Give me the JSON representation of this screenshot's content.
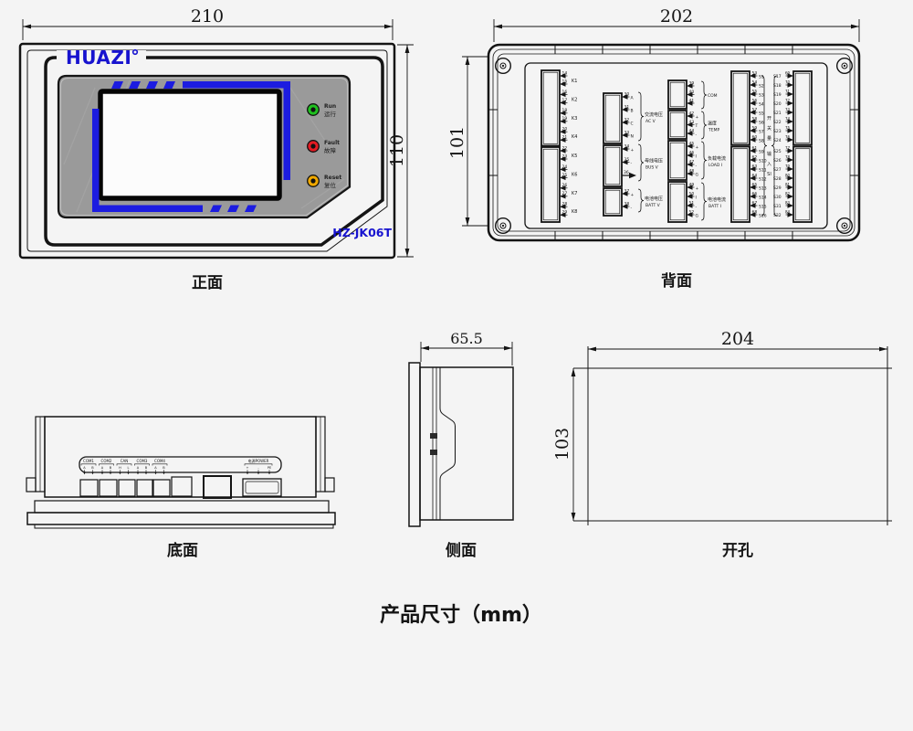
{
  "caption": "产品尺寸（mm）",
  "front": {
    "label": "正面",
    "dim_width": "210",
    "dim_height": "110",
    "brand": "HUAZI",
    "model": "HZ-JK06T",
    "leds": [
      {
        "en": "Run",
        "zh": "运行",
        "color": "#1fc01f"
      },
      {
        "en": "Fault",
        "zh": "故障",
        "color": "#e31b23"
      },
      {
        "en": "Reset",
        "zh": "复位",
        "color": "#f0a800"
      }
    ]
  },
  "back": {
    "label": "背面",
    "dim_width": "202",
    "dim_height": "101",
    "relays": [
      {
        "pins": [
          "14",
          "15"
        ],
        "name": "K1"
      },
      {
        "pins": [
          "16",
          "17"
        ],
        "name": "K2"
      },
      {
        "pins": [
          "18",
          "19"
        ],
        "name": "K3"
      },
      {
        "pins": [
          "20",
          "21"
        ],
        "name": "K4"
      },
      {
        "pins": [
          "22",
          "23"
        ],
        "name": "K5"
      },
      {
        "pins": [
          "24",
          "25"
        ],
        "name": "K6"
      },
      {
        "pins": [
          "26",
          "27"
        ],
        "name": "K7"
      },
      {
        "pins": [
          "28",
          "29"
        ],
        "name": "K8"
      }
    ],
    "voltage_groups": [
      {
        "zh": "交流电压",
        "en": "AC V",
        "pins": [
          {
            "num": "30",
            "sym": "A"
          },
          {
            "num": "31",
            "sym": "B"
          },
          {
            "num": "32",
            "sym": "C"
          },
          {
            "num": "33",
            "sym": "N"
          }
        ]
      },
      {
        "zh": "母线电压",
        "en": "BUS V",
        "pins": [
          {
            "num": "34",
            "sym": "+"
          },
          {
            "num": "35",
            "sym": "-"
          },
          {
            "num": "36",
            "sym": "→"
          }
        ]
      },
      {
        "zh": "电池电压",
        "en": "BATT V",
        "pins": [
          {
            "num": "37",
            "sym": "+"
          },
          {
            "num": "38",
            "sym": "-"
          }
        ]
      }
    ],
    "signal_groups": [
      {
        "zh": "",
        "en": "COM",
        "pins": [
          {
            "num": "39",
            "sym": ""
          },
          {
            "num": "40",
            "sym": ""
          },
          {
            "num": "41",
            "sym": ""
          }
        ]
      },
      {
        "zh": "温度",
        "en": "TEMP",
        "pins": [
          {
            "num": "42",
            "sym": "+"
          },
          {
            "num": "43",
            "sym": "T"
          },
          {
            "num": "44",
            "sym": "-"
          }
        ]
      },
      {
        "zh": "负载电流",
        "en": "LOAD I",
        "pins": [
          {
            "num": "45",
            "sym": "+"
          },
          {
            "num": "46",
            "sym": "I"
          },
          {
            "num": "47",
            "sym": "-"
          },
          {
            "num": "48",
            "sym": "G"
          }
        ]
      },
      {
        "zh": "电池电流",
        "en": "BATT I",
        "pins": [
          {
            "num": "49",
            "sym": "+"
          },
          {
            "num": "50",
            "sym": "I"
          },
          {
            "num": "51",
            "sym": "-"
          },
          {
            "num": "52",
            "sym": "G"
          }
        ]
      }
    ],
    "switch_label_chars": [
      "开",
      "关",
      "量",
      "输",
      "入",
      "SI"
    ],
    "switch_inputs_a": [
      {
        "num": "53",
        "name": "S1"
      },
      {
        "num": "54",
        "name": "S2"
      },
      {
        "num": "55",
        "name": "S3"
      },
      {
        "num": "56",
        "name": "S4"
      },
      {
        "num": "57",
        "name": "S5"
      },
      {
        "num": "58",
        "name": "S6"
      },
      {
        "num": "59",
        "name": "S7"
      },
      {
        "num": "60",
        "name": "S8"
      },
      {
        "num": "61",
        "name": "S9"
      },
      {
        "num": "62",
        "name": "S10"
      },
      {
        "num": "63",
        "name": "S11"
      },
      {
        "num": "64",
        "name": "S12"
      },
      {
        "num": "65",
        "name": "S13"
      },
      {
        "num": "66",
        "name": "S14"
      },
      {
        "num": "67",
        "name": "S15"
      },
      {
        "num": "68",
        "name": "S16"
      }
    ],
    "switch_inputs_b": [
      {
        "name": "S17",
        "num": "69"
      },
      {
        "name": "S18",
        "num": "70"
      },
      {
        "name": "S19",
        "num": "71"
      },
      {
        "name": "S20",
        "num": "72"
      },
      {
        "name": "S21",
        "num": "73"
      },
      {
        "name": "S22",
        "num": "74"
      },
      {
        "name": "S23",
        "num": "75"
      },
      {
        "name": "S24",
        "num": "76"
      },
      {
        "name": "S25",
        "num": "77"
      },
      {
        "name": "S26",
        "num": "78"
      },
      {
        "name": "S27",
        "num": "79"
      },
      {
        "name": "S28",
        "num": "80"
      },
      {
        "name": "S29",
        "num": "81"
      },
      {
        "name": "S30",
        "num": "82"
      },
      {
        "name": "S31",
        "num": "83"
      },
      {
        "name": "S32",
        "num": "84"
      }
    ]
  },
  "bottom": {
    "label": "底面",
    "ports": [
      {
        "name": "COM1",
        "pins": [
          "A",
          "B"
        ]
      },
      {
        "name": "COM2",
        "pins": [
          "A",
          "B"
        ]
      },
      {
        "name": "CAN",
        "pins": [
          "H",
          "L"
        ]
      },
      {
        "name": "COM3",
        "pins": [
          "A",
          "B"
        ]
      },
      {
        "name": "COM4",
        "pins": [
          "A",
          "B"
        ]
      },
      {
        "name": "电源POWER",
        "pins": [
          "+",
          "-",
          "PE"
        ]
      }
    ]
  },
  "side": {
    "label": "侧面",
    "dim_width": "65.5"
  },
  "cutout": {
    "label": "开孔",
    "dim_width": "204",
    "dim_height": "103"
  }
}
